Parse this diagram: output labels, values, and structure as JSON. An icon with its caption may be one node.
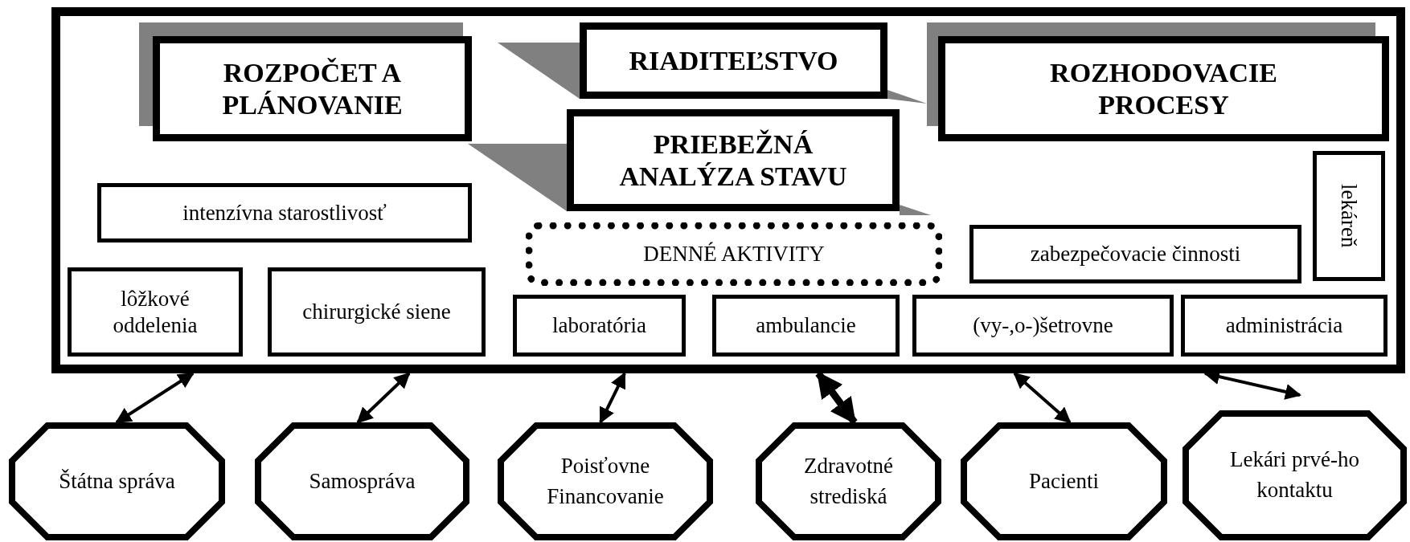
{
  "diagram": {
    "nodes": [
      {
        "text": [],
        "shape": "box"
      },
      {
        "text": [
          "ROZPOČET A PLÁNOVANIE"
        ],
        "in": 0
      },
      {
        "text": [
          "RIADITEĽSTVO"
        ],
        "in": 0
      },
      {
        "text": [
          "ROZHODOVACIE PROCESY"
        ],
        "in": 0
      },
      {
        "text": [
          "PRIEBEŽNÁ ANALÝZA STAVU"
        ],
        "in": 0
      },
      {
        "text": [
          "intenzívna starostlivosť"
        ],
        "in": 0
      },
      {
        "text": [
          "lekáreň"
        ],
        "in": 0
      },
      {
        "text": [
          "DENNÉ AKTIVITY"
        ],
        "in": 0
      },
      {
        "text": [
          "zabezpečovacie činnosti"
        ],
        "in": 0
      },
      {
        "text": [
          "lôžkové oddelenia"
        ],
        "in": 0
      },
      {
        "text": [
          "chirurgické siene"
        ],
        "in": 0
      },
      {
        "text": [
          "laboratória"
        ],
        "in": 0
      },
      {
        "text": [
          "ambulancie"
        ],
        "in": 0
      },
      {
        "text": [
          "(vy-,o-)šetrovne"
        ],
        "in": 0
      },
      {
        "text": [
          "administrácia"
        ],
        "in": 0
      },
      {
        "text": [
          "Štátna správa"
        ]
      },
      {
        "text": [
          "Samospráva"
        ]
      },
      {
        "text": [
          "Poisťovne Financovanie"
        ]
      },
      {
        "text": [
          "Zdravotné strediská"
        ]
      },
      {
        "text": [
          "Pacienti"
        ]
      },
      {
        "text": [
          "Lekári prvé-ho kontaktu"
        ]
      }
    ],
    "edges": [
      {
        "from": 0,
        "to": 15,
        "arrow": "both"
      },
      {
        "from": 0,
        "to": 16,
        "arrow": "both"
      },
      {
        "from": 0,
        "to": 17,
        "arrow": "both"
      },
      {
        "from": 0,
        "to": 18,
        "arrow": "both",
        "style": "thick"
      },
      {
        "from": 0,
        "to": 19,
        "arrow": "both"
      },
      {
        "from": 0,
        "to": 20,
        "arrow": "both"
      }
    ]
  }
}
